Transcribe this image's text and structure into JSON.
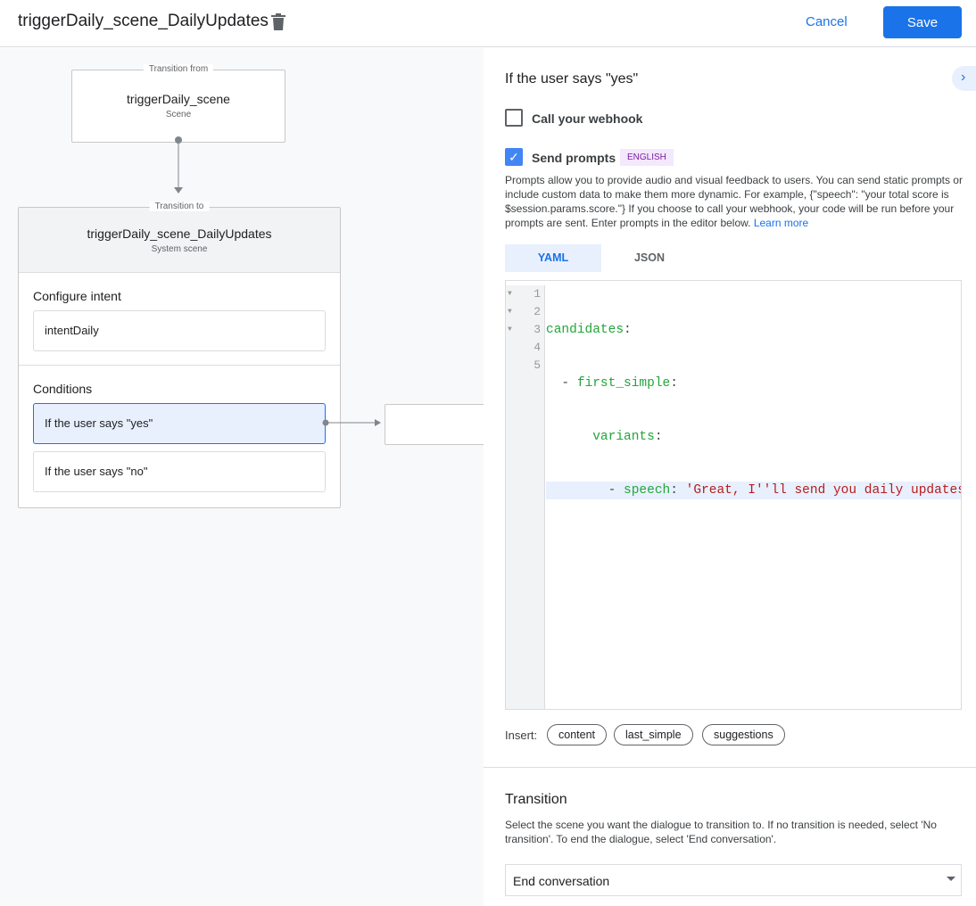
{
  "header": {
    "title": "triggerDaily_scene_DailyUpdates",
    "cancel": "Cancel",
    "save": "Save"
  },
  "canvas": {
    "from": {
      "label": "Transition from",
      "name": "triggerDaily_scene",
      "type": "Scene"
    },
    "to": {
      "label": "Transition to",
      "name": "triggerDaily_scene_DailyUpdates",
      "type": "System scene"
    },
    "intent_heading": "Configure intent",
    "intent": "intentDaily",
    "conditions_heading": "Conditions",
    "conditions": [
      "If the user says \"yes\"",
      "If the user says \"no\""
    ]
  },
  "panel": {
    "title": "If the user says \"yes\"",
    "webhook": {
      "label": "Call your webhook",
      "checked": false
    },
    "prompts": {
      "label": "Send prompts",
      "checked": true,
      "badge": "ENGLISH"
    },
    "description": "Prompts allow you to provide audio and visual feedback to users. You can send static prompts or include custom data to make them more dynamic. For example, {\"speech\": \"your total score is $session.params.score.\"} If you choose to call your webhook, your code will be run before your prompts are sent. Enter prompts in the editor below. ",
    "learn_more": "Learn more",
    "tabs": [
      "YAML",
      "JSON"
    ],
    "active_tab": "YAML",
    "lines": [
      "1",
      "2",
      "3",
      "4",
      "5"
    ],
    "code": {
      "l1k": "candidates",
      "l2d": "  - ",
      "l2k": "first_simple",
      "l3k": "variants",
      "l4d": "- ",
      "l4k": "speech",
      "l4v": "'Great, I''ll send you daily updates."
    },
    "insert_label": "Insert:",
    "insert_chips": [
      "content",
      "last_simple",
      "suggestions"
    ],
    "transition": {
      "heading": "Transition",
      "description": "Select the scene you want the dialogue to transition to. If no transition is needed, select 'No transition'. To end the dialogue, select 'End conversation'.",
      "value": "End conversation"
    }
  }
}
